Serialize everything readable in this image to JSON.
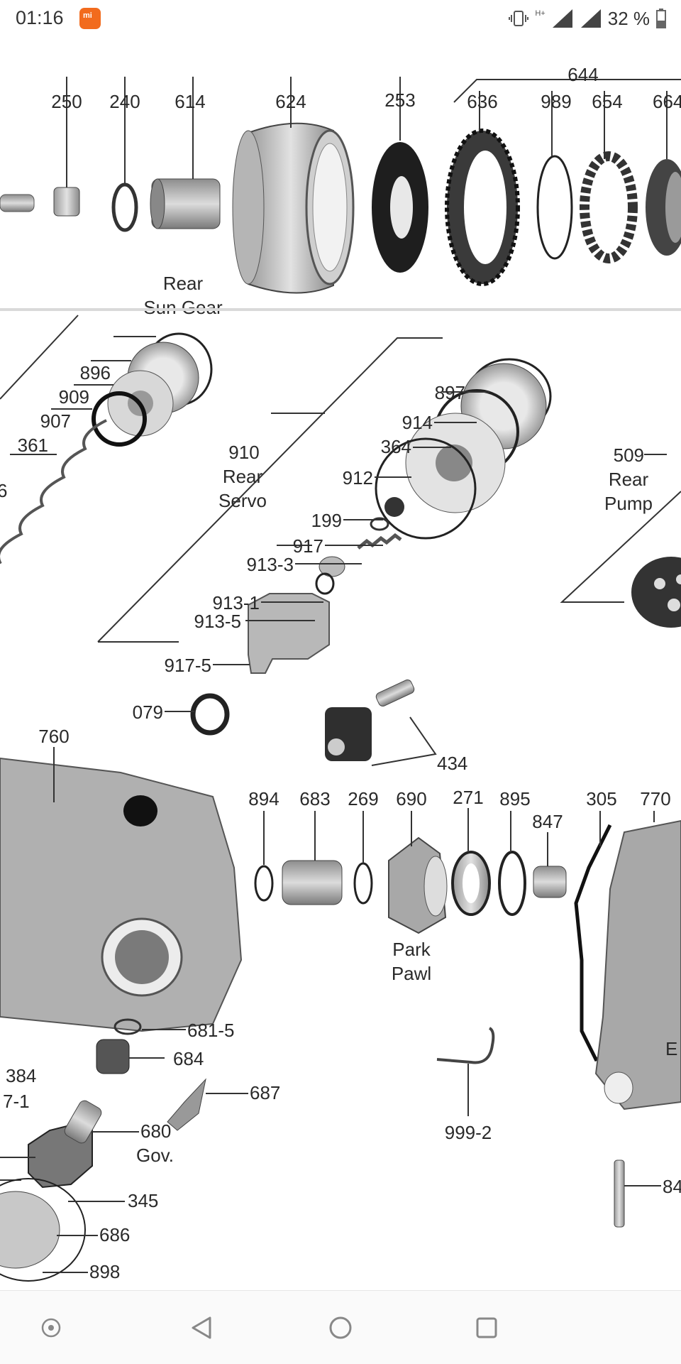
{
  "status_bar": {
    "time": "01:16",
    "battery_percent": "32 %",
    "network": "H+",
    "app_icon": "mi-app-icon",
    "icons": [
      "vibrate-icon",
      "data-arrows-icon",
      "signal-icon",
      "signal-icon",
      "battery-icon"
    ]
  },
  "diagram": {
    "section1": {
      "labels": [
        "250",
        "240",
        "614",
        "624",
        "253",
        "636",
        "989",
        "654",
        "664",
        "644"
      ],
      "captions": {
        "rear_sun_gear_1": "Rear",
        "rear_sun_gear_2": "Sun Gear"
      }
    },
    "section2": {
      "labels": [
        "896",
        "909",
        "907",
        "361",
        "6",
        "910",
        "897",
        "914",
        "364",
        "912",
        "199",
        "917",
        "913-3",
        "913-1",
        "913-5",
        "917-5",
        "509"
      ],
      "captions": {
        "rear_servo_1": "Rear",
        "rear_servo_2": "Servo",
        "rear_pump_1": "Rear",
        "rear_pump_2": "Pump"
      }
    },
    "section3": {
      "labels": [
        "760",
        "079",
        "434",
        "894",
        "683",
        "269",
        "690",
        "271",
        "895",
        "847",
        "305",
        "770",
        "681-5",
        "684",
        "384",
        "7-1",
        "687",
        "680",
        "345",
        "686",
        "898",
        "999-2",
        "84",
        "E"
      ],
      "captions": {
        "park_pawl_1": "Park",
        "park_pawl_2": "Pawl",
        "gov": "Gov."
      }
    }
  },
  "nav_bar": {
    "buttons": [
      "assistant-button",
      "back-button",
      "home-button",
      "recents-button"
    ]
  },
  "colors": {
    "accent_app": "#f26b1d",
    "divider": "#d9d9d9"
  }
}
